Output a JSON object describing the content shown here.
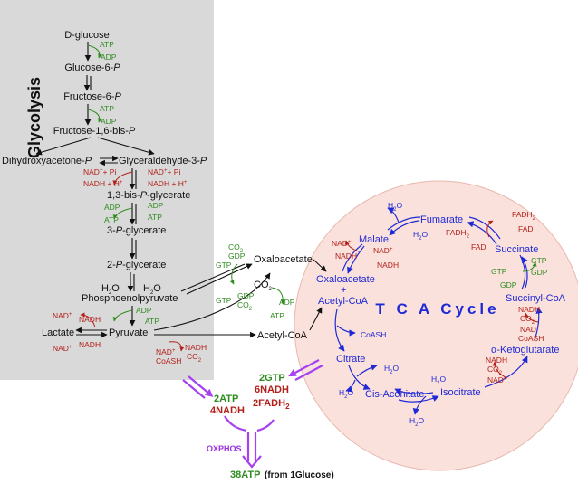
{
  "glycolysis": {
    "title": "Glycolysis",
    "metabolites": {
      "d_glucose": "D-glucose",
      "glucose_6_p": "Glucose-6-",
      "fructose_6_p": "Fructose-6-",
      "fructose_16_bis_p": "Fructose-1,6-bis-",
      "dhap": "Dihydroxyacetone-",
      "g3p": "Glyceraldehyde-3-",
      "bpg13": "1,3-bis-",
      "bpg13_suffix": "-glycerate",
      "pg3": "3-",
      "pg3_suffix": "-glycerate",
      "pg2": "2-",
      "pg2_suffix": "-glycerate",
      "pep": "Phosphoenolpyruvate",
      "pyruvate": "Pyruvate",
      "lactate": "Lactate",
      "p": "P"
    },
    "cofactors": {
      "atp": "ATP",
      "adp": "ADP",
      "nad_plus": "NAD",
      "plus": "+",
      "plus_pi": "+ Pi",
      "nadh_h": "NADH + H",
      "nadh": "NADH",
      "h2o_h": "H",
      "h2o_o": "O",
      "two": "2"
    }
  },
  "bridge": {
    "oxaloacetate": "Oxaloacetate",
    "acetyl_coa": "Acetyl-CoA",
    "gtp": "GTP",
    "gdp": "GDP",
    "co2_c": "CO",
    "co2_sub": "2",
    "atp": "ATP",
    "adp": "ADP",
    "nad_coash": "NAD",
    "coash": "CoASH",
    "nadh": "NADH"
  },
  "tca": {
    "title": "T C A Cycle",
    "metabolites": {
      "oxaloacetate": "Oxaloacetate",
      "plus": "+",
      "acetyl_coa": "Acetyl-CoA",
      "citrate": "Citrate",
      "cis_aconitate": "Cis-Aconitate",
      "isocitrate": "Isocitrate",
      "alpha_kg": "α-Ketoglutarate",
      "succinyl_coa": "Succinyl-CoA",
      "succinate": "Succinate",
      "fumarate": "Fumarate",
      "malate": "Malate"
    },
    "cofactors": {
      "h2o_h": "H",
      "h2o_o": "O",
      "two": "2",
      "coash": "CoASH",
      "fadh": "FADH",
      "fad": "FAD",
      "gtp": "GTP",
      "gdp": "GDP",
      "nad": "NAD",
      "nadh": "NADH",
      "co2": "CO",
      "coash_nad": "CoASH"
    }
  },
  "yields": {
    "glycolysis_atp": "2ATP",
    "glycolysis_nadh": "4NADH",
    "tca_gtp": "2GTP",
    "tca_nadh": "6NADH",
    "tca_fadh": "2FADH",
    "tca_fadh_sub": "2",
    "oxphos": "OXPHOS",
    "total_atp": "38ATP",
    "total_note": "(from 1Glucose)"
  },
  "colors": {
    "glycolysis_panel": "#d9d9d9",
    "tca_circle": "#fbe1dc",
    "tca_circle_edge": "#e8b8ae",
    "tca_blue": "#1f2ad6",
    "cofactor_green": "#2e8b1e",
    "cofactor_red": "#b3201a",
    "yield_purple": "#a640f0"
  }
}
